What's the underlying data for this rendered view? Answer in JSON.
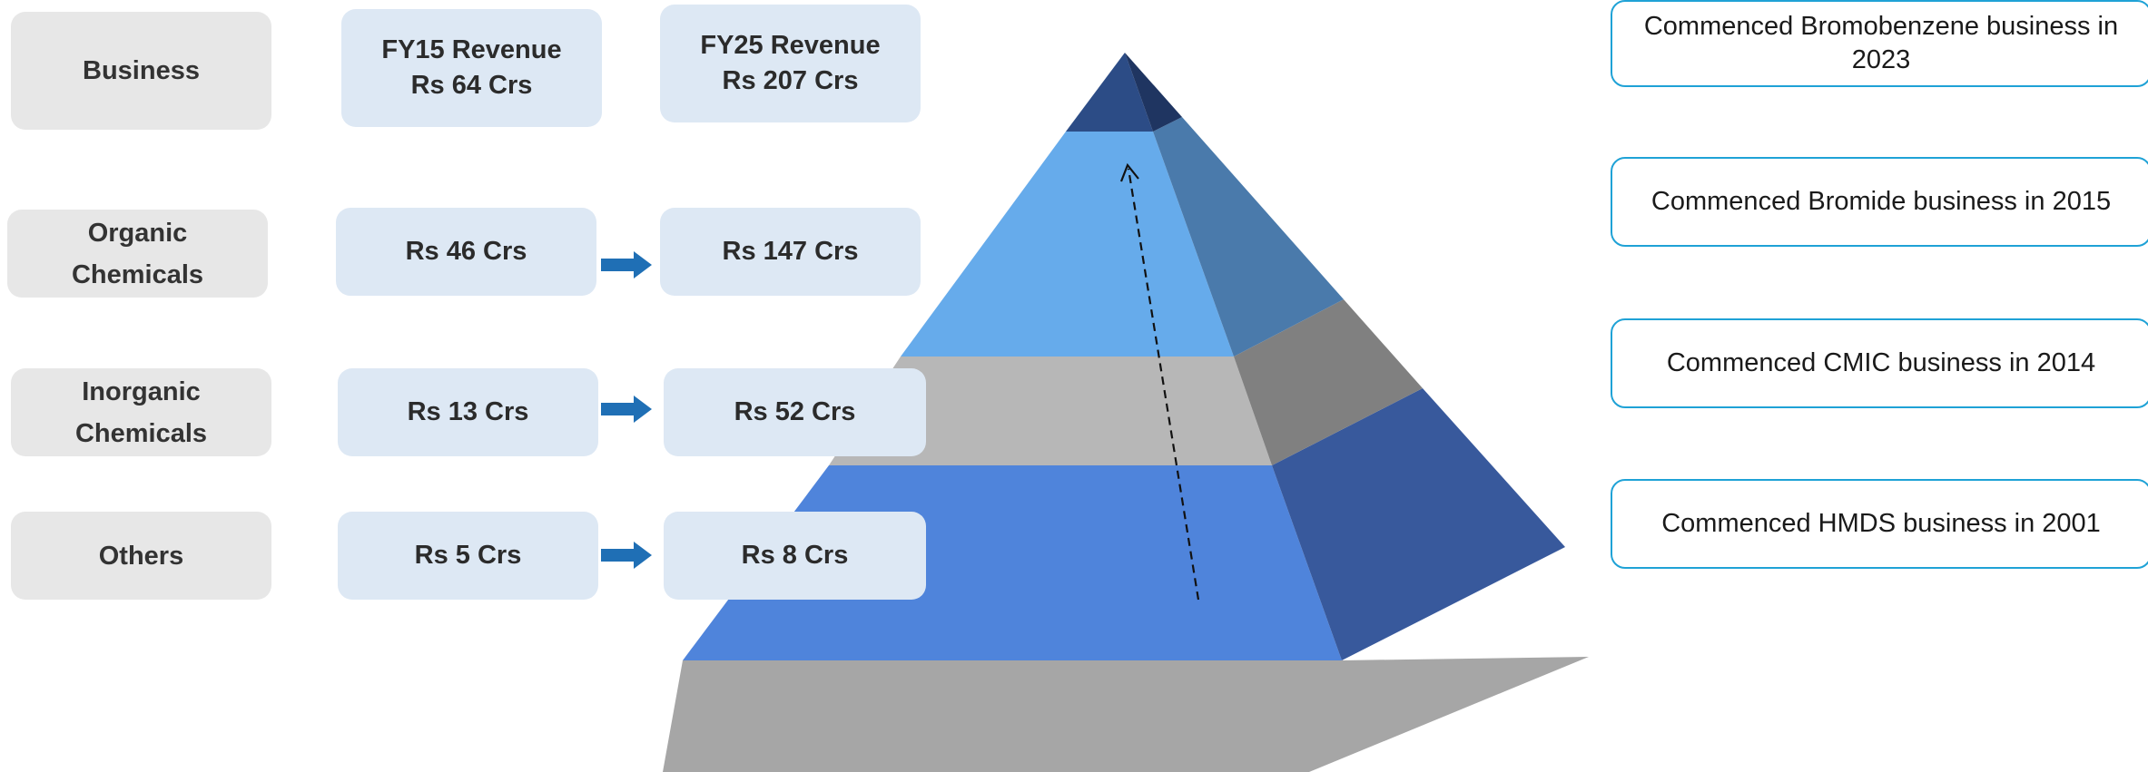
{
  "table": {
    "header": {
      "business": "Business",
      "fy15": "FY15 Revenue\nRs 64 Crs",
      "fy25": "FY25 Revenue\nRs 207 Crs"
    },
    "rows": [
      {
        "business": "Organic\nChemicals",
        "fy15": "Rs 46 Crs",
        "fy25": "Rs 147 Crs"
      },
      {
        "business": "Inorganic\nChemicals",
        "fy15": "Rs 13 Crs",
        "fy25": "Rs 52 Crs"
      },
      {
        "business": "Others",
        "fy15": "Rs 5 Crs",
        "fy25": "Rs 8 Crs"
      }
    ]
  },
  "milestones": [
    "Commenced Bromobenzene business in\n2023",
    "Commenced Bromide business in 2015",
    "Commenced CMIC business in 2014",
    "Commenced HMDS business in 2001"
  ],
  "colors": {
    "arrow": "#1f6fb5",
    "tier_top": "#2c4c86",
    "tier_second": "#66abeb",
    "tier_third": "#b7b7b7",
    "tier_base": "#4f84db",
    "milestone_border": "#1fa2d6"
  }
}
